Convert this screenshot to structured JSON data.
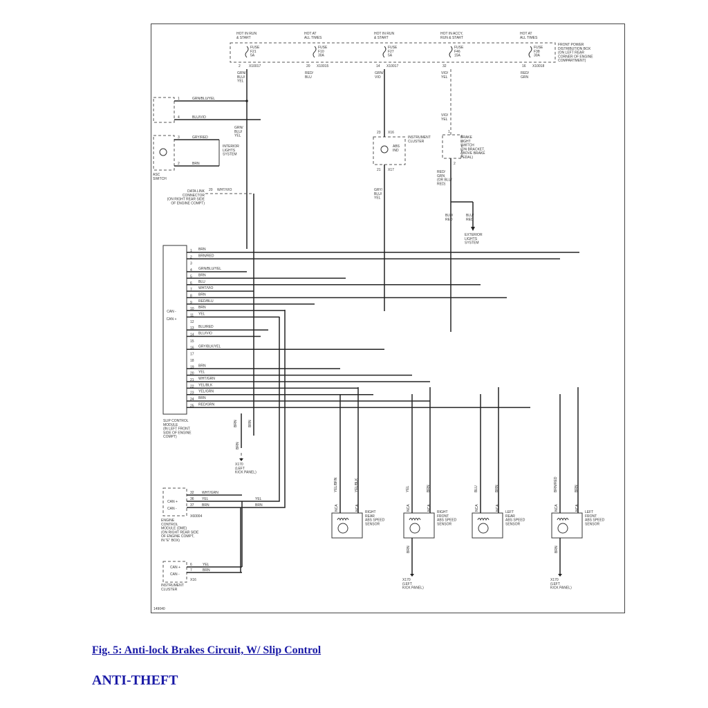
{
  "power_sources": [
    {
      "id": "f21",
      "hot": "HOT IN RUN\n& START",
      "fuse": "FUSE\nF21\n5A",
      "pin": "2",
      "conn": "X10017",
      "wire": "GRN/\nBLU/\nYEL"
    },
    {
      "id": "f10",
      "hot": "HOT AT\nALL TIMES",
      "fuse": "FUSE\nF10\n30A",
      "pin": "20",
      "conn": "X10015",
      "wire": "RED/\nBLU"
    },
    {
      "id": "f27",
      "hot": "HOT IN RUN\n& START",
      "fuse": "FUSE\nF27\n5A",
      "pin": "14",
      "conn": "X10017",
      "wire": "GRN/\nVIO"
    },
    {
      "id": "f46",
      "hot": "HOT IN ACCY,\nRUN & START",
      "fuse": "FUSE\nF46\n15A",
      "pin": "32",
      "conn": "",
      "wire": "VIO/\nYEL"
    },
    {
      "id": "f38",
      "hot": "HOT AT\nALL TIMES",
      "fuse": "FUSE\nF38\n30A",
      "pin": "16",
      "conn": "X10018",
      "wire": "RED/\nGRN"
    }
  ],
  "fuse_box_label": "FRONT POWER\nDISTRIBUTION BOX\n(ON LEFT REAR\nCORNER OF ENGINE\nCOMPARTMENT)",
  "asc_switch": {
    "label": "ASC\nSWITCH",
    "pins": [
      {
        "pin": "1",
        "wire": "GRN/BLU/YEL"
      },
      {
        "pin": "4",
        "wire": "BLU/VIO"
      },
      {
        "pin": "3",
        "wire": "GRY/RED"
      },
      {
        "pin": "2",
        "wire": "BRN"
      }
    ],
    "feed_wire": "GRN/\nBLU/\nYEL",
    "interior_lights": "INTERIOR\nLIGHTS\nSYSTEM"
  },
  "data_link": {
    "label": "DATA LINK\nCONNECTOR\n(ON RIGHT REAR SIDE\nOF ENGINE COMPT)",
    "pin": "20",
    "wire": "WHT/VIO"
  },
  "instrument_cluster_top": {
    "label": "INSTRUMENT\nCLUSTER",
    "pin_top": "23",
    "conn_top": "X16",
    "pin_bottom": "21",
    "conn_bottom": "X17",
    "lamp": "ABS\nIND",
    "out_wire": "GRY/\nBLU/\nYEL"
  },
  "brake_switch": {
    "label": "BRAKE\nLIGHT\nSWITCH\n(ON BRACKET,\nABOVE BRAKE\nPEDAL)",
    "in_wire": "VIO/\nYEL",
    "pin_in": "1",
    "pin_out": "2",
    "out_wire": "RED/\nGRN\n(OR BLU/\nRED)",
    "wire_a": "BLU/\nRED",
    "wire_b": "BLU/\nRED",
    "exterior": "EXTERIOR\nLIGHTS\nSYSTEM"
  },
  "module": {
    "label": "SLIP CONTROL\nMODULE\n(IN LEFT FRONT\nSIDE OF ENGINE\nCOMPT)",
    "can_minus": "CAN -",
    "can_plus": "CAN +",
    "pins": [
      {
        "pin": "1",
        "wire": "BRN"
      },
      {
        "pin": "2",
        "wire": "BRN/RED"
      },
      {
        "pin": "3",
        "wire": ""
      },
      {
        "pin": "4",
        "wire": "GRN/BLU/YEL"
      },
      {
        "pin": "5",
        "wire": "BRN"
      },
      {
        "pin": "6",
        "wire": "BLU"
      },
      {
        "pin": "7",
        "wire": "WHT/VIO"
      },
      {
        "pin": "8",
        "wire": "BRN"
      },
      {
        "pin": "9",
        "wire": "RED/BLU"
      },
      {
        "pin": "10",
        "wire": "BRN"
      },
      {
        "pin": "11",
        "wire": "YEL"
      },
      {
        "pin": "12",
        "wire": ""
      },
      {
        "pin": "13",
        "wire": "BLU/RED"
      },
      {
        "pin": "14",
        "wire": "BLU/VIO"
      },
      {
        "pin": "15",
        "wire": ""
      },
      {
        "pin": "16",
        "wire": "GRY/BLK/YEL"
      },
      {
        "pin": "17",
        "wire": ""
      },
      {
        "pin": "18",
        "wire": ""
      },
      {
        "pin": "19",
        "wire": "BRN"
      },
      {
        "pin": "20",
        "wire": "YEL"
      },
      {
        "pin": "21",
        "wire": "WHT/GRN"
      },
      {
        "pin": "22",
        "wire": "YEL/BLK"
      },
      {
        "pin": "23",
        "wire": "YEL/GRN"
      },
      {
        "pin": "24",
        "wire": "BRN"
      },
      {
        "pin": "25",
        "wire": "RED/GRN"
      }
    ],
    "ground_wire": "BRN",
    "ground_label": "X170\n(LEFT\nKICK PANEL)"
  },
  "dme": {
    "label": "ENGINE\nCONTROL\nMODULE (DME)\n(ON RIGHT REAR SIDE\nOF ENGINE COMPT,\nIN \"E\" BOX)",
    "can_plus": "CAN +",
    "can_minus": "CAN -",
    "conn": "X60004",
    "pins": [
      {
        "pin": "32",
        "wire": "WHT/GRN"
      },
      {
        "pin": "36",
        "wire": "YEL"
      },
      {
        "pin": "37",
        "wire": "BRN"
      }
    ],
    "right_wires": [
      "YEL",
      "BRN"
    ]
  },
  "ic_bottom": {
    "label": "INSTRUMENT\nCLUSTER",
    "can_plus": "CAN +",
    "can_minus": "CAN -",
    "conn": "X16",
    "pins": [
      {
        "pin": "6",
        "wire": "YEL"
      },
      {
        "pin": "7",
        "wire": "BRN"
      }
    ]
  },
  "sensors": [
    {
      "id": "rr",
      "label": "RIGHT\nREAR\nABS SPEED\nSENSOR",
      "wire_l": "YEL/BRN",
      "wire_r": "YEL/BLK",
      "nca": "NCA"
    },
    {
      "id": "rf",
      "label": "RIGHT\nFRONT\nABS SPEED\nSENSOR",
      "wire_l": "YEL",
      "wire_r": "BRN",
      "nca": "NCA"
    },
    {
      "id": "lr",
      "label": "LEFT\nREAR\nABS SPEED\nSENSOR",
      "wire_l": "BLU",
      "wire_r": "BRN",
      "nca": "NCA"
    },
    {
      "id": "lf",
      "label": "LEFT\nFRONT\nABS SPEED\nSENSOR",
      "wire_l": "BRN/RED",
      "wire_r": "BRN",
      "nca": "NCA"
    }
  ],
  "sensor_ground": {
    "wire": "BRN",
    "label": "X170\n(LEFT\nKICK PANEL)"
  },
  "figure_number": "149040",
  "caption": "Fig. 5: Anti-lock Brakes Circuit, W/ Slip Control",
  "heading": "ANTI-THEFT"
}
